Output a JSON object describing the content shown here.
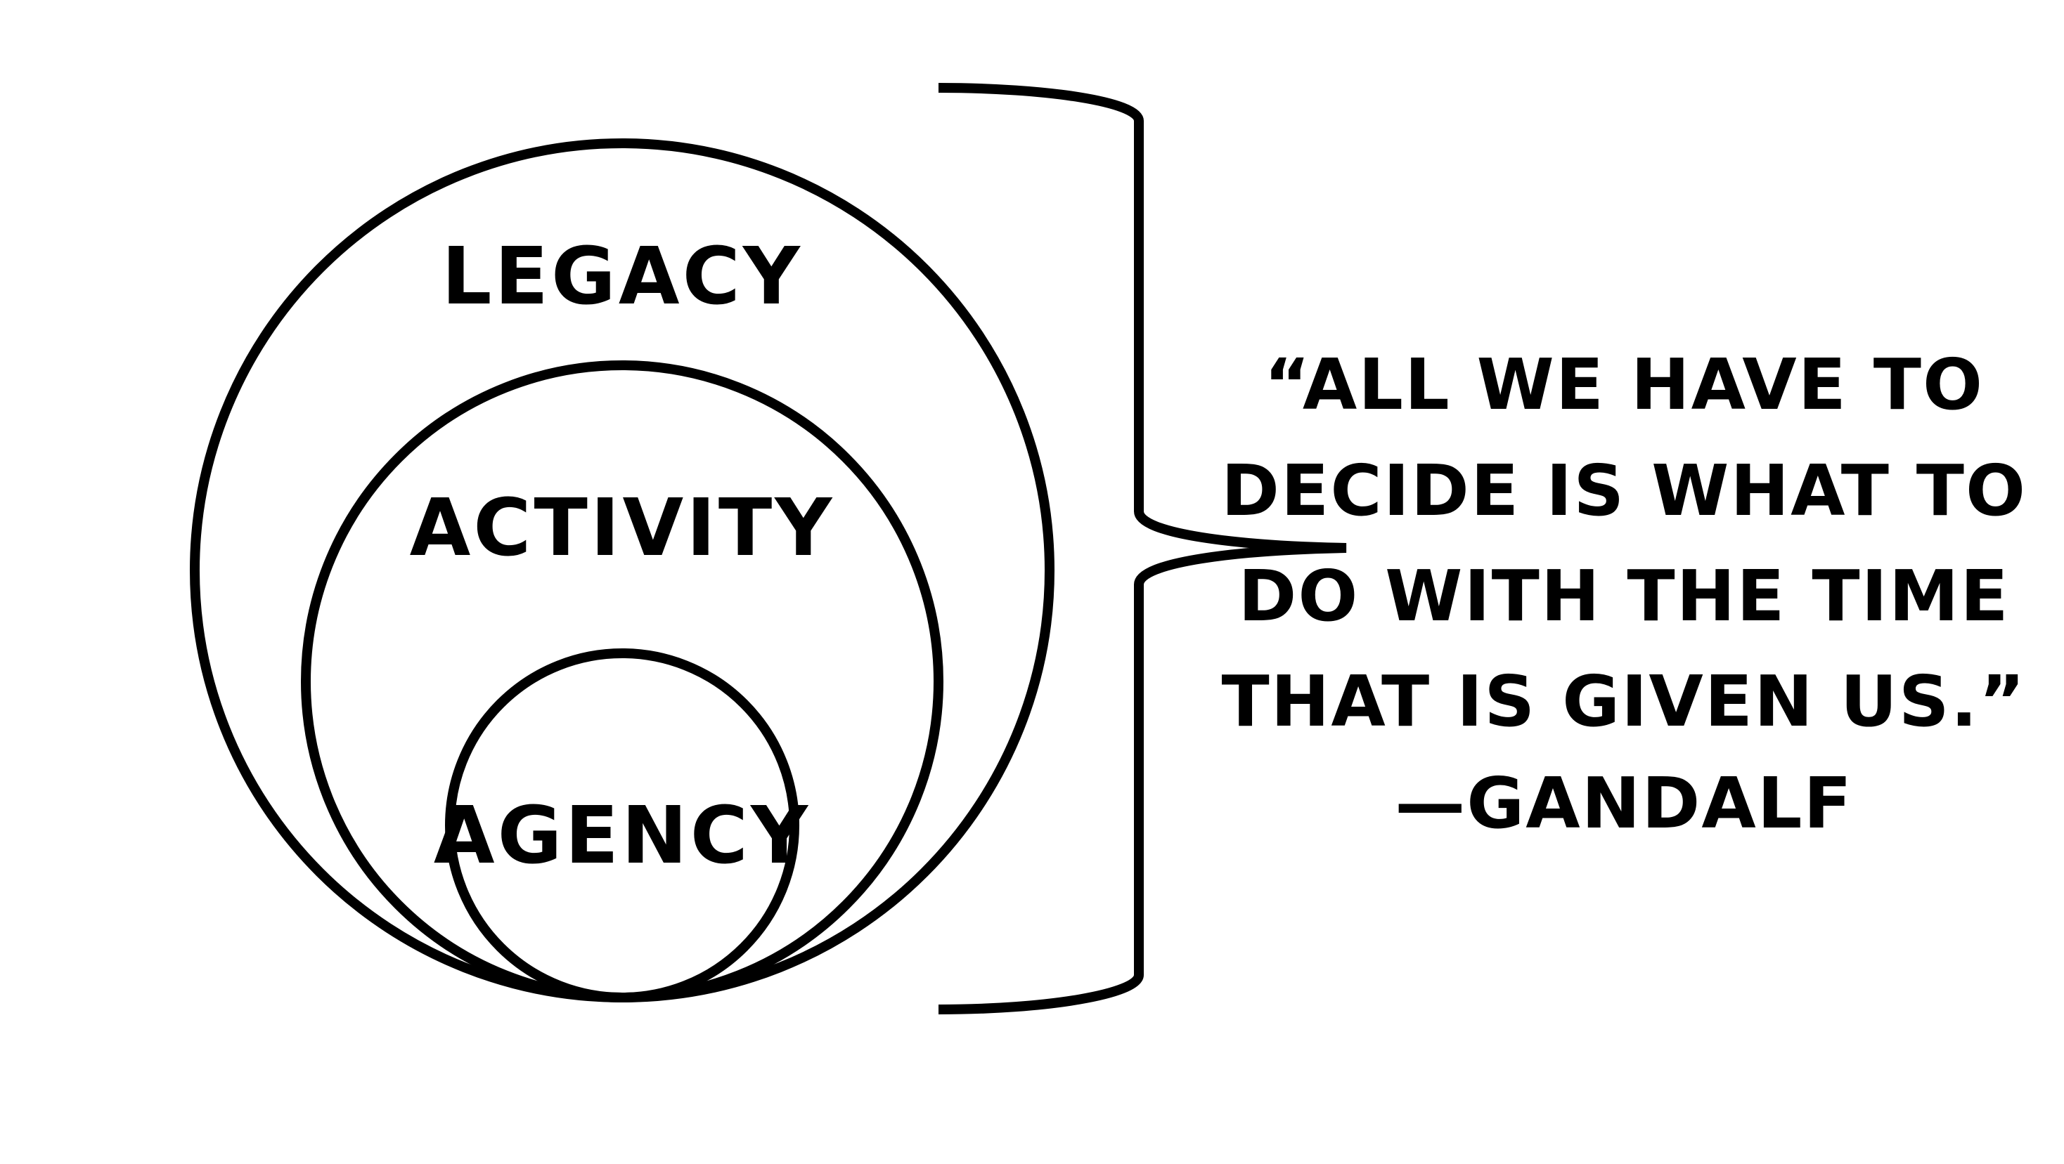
{
  "diagram": {
    "circles": [
      {
        "id": "outer",
        "label": "LEGACY"
      },
      {
        "id": "middle",
        "label": "ACTIVITY"
      },
      {
        "id": "inner",
        "label": "AGENCY"
      }
    ],
    "quote": {
      "lines": [
        "“ALL WE HAVE TO",
        "DECIDE IS WHAT TO",
        "DO WITH THE TIME",
        "THAT IS GIVEN US.”"
      ],
      "attribution": "—GANDALF"
    }
  },
  "colors": {
    "ink": "#000000",
    "background": "#ffffff"
  }
}
